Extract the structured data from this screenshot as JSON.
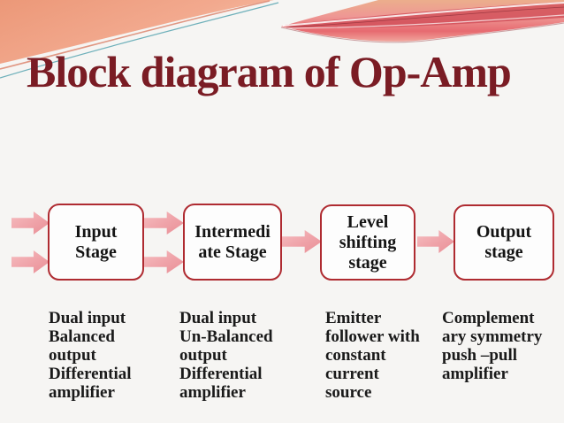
{
  "slide": {
    "title": "Block diagram of Op-Amp",
    "title_color": "#7A1C24",
    "background_color": "#F6F5F3",
    "header_colors": {
      "salmon_left": "#EC9878",
      "salmon_light": "#F7BFA6",
      "red_right": "#E0545E",
      "tan_top_right": "#ECAE8C",
      "streak_dark_red": "#D14E58",
      "accent_line_teal": "#5FA8B4",
      "accent_line_salmon": "#DE8D77"
    }
  },
  "diagram": {
    "arrow_shape": "block-arrow-right",
    "arrow_color": "#EFA2A8",
    "box_border_color": "#AF2B31",
    "box_fill_color": "#FDFDFD",
    "blocks": [
      {
        "label": "Input\nStage",
        "caption": "Dual input\nBalanced\noutput\nDifferential\namplifier"
      },
      {
        "label": "Intermedi\nate Stage",
        "caption": "Dual input\nUn-Balanced\noutput\nDifferential\namplifier"
      },
      {
        "label": "Level\nshifting\nstage",
        "caption": "Emitter\nfollower with\nconstant\ncurrent\nsource"
      },
      {
        "label": "Output\nstage",
        "caption": "Complement\nary symmetry\npush –pull\namplifier"
      }
    ]
  }
}
